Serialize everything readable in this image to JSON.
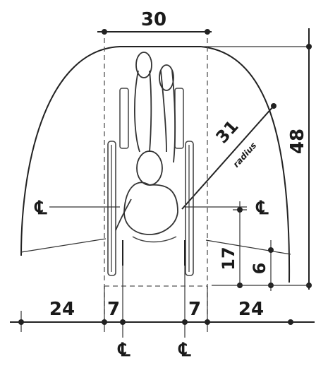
{
  "diagram": {
    "top_width": "30",
    "radius_value": "31",
    "radius_word": "radius",
    "height_right": "48",
    "left_clearance": "24",
    "left_offset": "7",
    "right_offset": "7",
    "right_clearance": "24",
    "knee_height": "17",
    "toe_height": "6",
    "centerline_symbol": "℄"
  }
}
